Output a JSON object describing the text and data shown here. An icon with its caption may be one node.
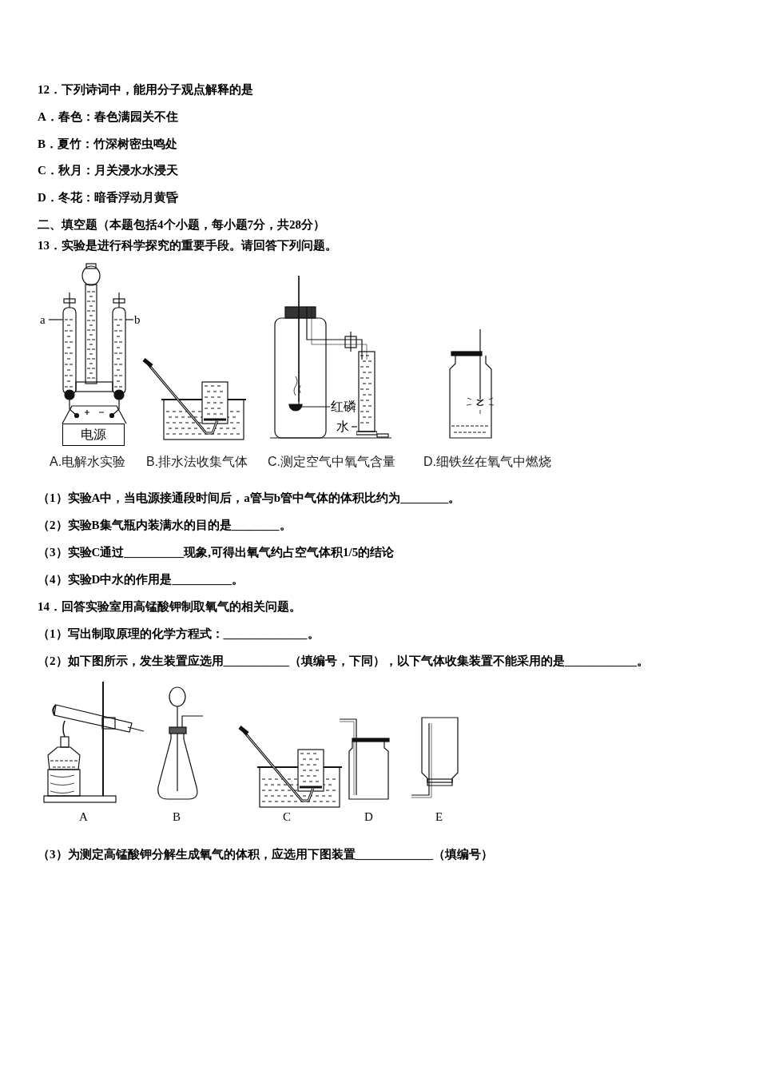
{
  "diagram": {
    "nodes": [
      {
        "text": [
          "a"
        ]
      },
      {
        "text": [
          "b"
        ]
      },
      {
        "text": [
          "电源"
        ]
      },
      {
        "text": [
          "红磷"
        ]
      },
      {
        "text": [
          "水"
        ]
      },
      {
        "text": [],
        "shape": "tube"
      },
      {
        "text": [],
        "shape": "tube"
      },
      {
        "text": [],
        "shape": "spoon"
      },
      {
        "text": [],
        "shape": "cylinder"
      }
    ],
    "edges": [
      {
        "from": 0,
        "to": 5,
        "arrow": "none"
      },
      {
        "from": 1,
        "to": 6,
        "arrow": "none"
      },
      {
        "from": 3,
        "to": 7,
        "arrow": "none"
      },
      {
        "from": 4,
        "to": 8,
        "arrow": "none"
      }
    ],
    "labels": [
      "12．下列诗词中，能用分子观点解释的是",
      "A．春色：春色满园关不住",
      "B．夏竹：竹深树密虫鸣处",
      "C．秋月：月关浸水水浸天",
      "D．冬花：暗香浮动月黄昏",
      "二、填空题（本题包括4个小题，每小题7分，共28分）",
      "13．实验是进行科学探究的重要手段。请回答下列问题。",
      "A.电解水实验",
      "B.排水法收集气体",
      "C.测定空气中氧气含量",
      "D.细铁丝在氧气中燃烧",
      "（1）实验A中，当电源接通段时间后，a管与b管中气体的体积比约为________。",
      "（2）实验B集气瓶内装满水的目的是________。",
      "（3）实验C通过__________现象,可得出氧气约占空气体积1/5的结论",
      "（4）实验D中水的作用是__________。",
      "14．回答实验室用高锰酸钾制取氧气的相关问题。",
      "（1）写出制取原理的化学方程式：______________。",
      "（2）如下图所示，发生装置应选用___________（填编号，下同），以下气体收集装置不能采用的是____________。",
      "A",
      "B",
      "C",
      "D",
      "E",
      "（3）为测定高锰酸钾分解生成氧气的体积，应选用下图装置_____________（填编号）"
    ]
  }
}
